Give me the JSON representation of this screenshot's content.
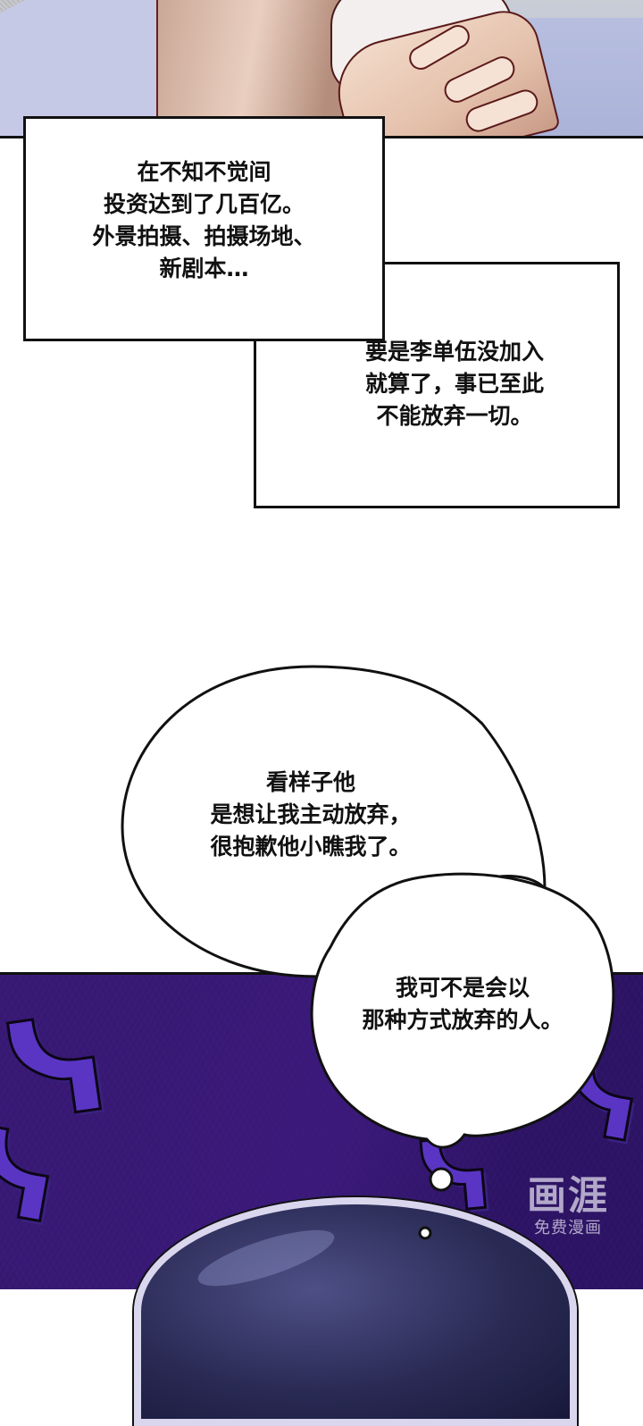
{
  "comic": {
    "panels": [
      {
        "id": "panel-hand",
        "description": "close-up of a hand holding a white shirt collar"
      },
      {
        "id": "panel-purple",
        "description": "dark purple background with stylized wavy sound effects and top of a character's dark hair"
      }
    ],
    "narration_boxes": [
      {
        "lines": [
          "在不知不觉间",
          "投资达到了几百亿。",
          "外景拍摄、拍摄场地、",
          "新剧本…"
        ]
      },
      {
        "lines": [
          "要是李单伍没加入",
          "就算了，事已至此",
          "不能放弃一切。"
        ]
      }
    ],
    "speech_bubbles": [
      {
        "type": "speech",
        "lines": [
          "看样子他",
          "是想让我主动放弃，",
          "很抱歉他小瞧我了。"
        ]
      },
      {
        "type": "thought",
        "lines": [
          "我可不是会以",
          "那种方式放弃的人。"
        ]
      }
    ],
    "sound_effects": [
      "ᓭ",
      "ᓭ",
      "ᓭ",
      "ᓭ"
    ],
    "watermark": {
      "brand": "画涯",
      "subtitle": "免费漫画"
    }
  },
  "colors": {
    "panel_purple": "#2b1660",
    "sfx_purple": "#5a35c4",
    "bubble_fill": "#ffffff",
    "outline": "#111111"
  }
}
